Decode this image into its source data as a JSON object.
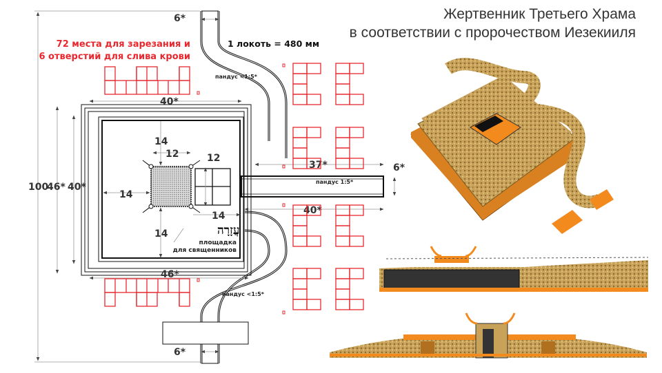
{
  "title": {
    "line1": "Жертвенник Третьего Храма",
    "line2": "в соответствии с пророчеством Иезекииля"
  },
  "scale": "1 локоть = 480 мм",
  "note": {
    "line1": "72 места для зарезания и",
    "line2": "6 отверстий для слива крови"
  },
  "dimensions": {
    "total_height": "100",
    "outer": "46*",
    "inner": "40*",
    "ramp_width_top": "6*",
    "ramp_width_bottom": "6*",
    "ramp_width_east": "6*",
    "top_width": "40*",
    "bottom_width": "46*",
    "hearth_offset_top": "14",
    "hearth_offset_left": "14",
    "hearth_offset_bottom": "14",
    "table_offset_right": "14",
    "hearth_width": "12",
    "table_height": "12",
    "east_ramp_near": "37*",
    "east_ramp_far": "40*"
  },
  "ramps": {
    "north": "пандус <1:5*",
    "east": "пандус 1:5*",
    "south": "пандус <1:5*"
  },
  "court": {
    "hebrew": "עֲזָרָה",
    "line1": "площадка",
    "line2": "для священников"
  },
  "colors": {
    "red": "#e8282e",
    "stone": "#c9a25a",
    "orange": "#f28a1e"
  }
}
